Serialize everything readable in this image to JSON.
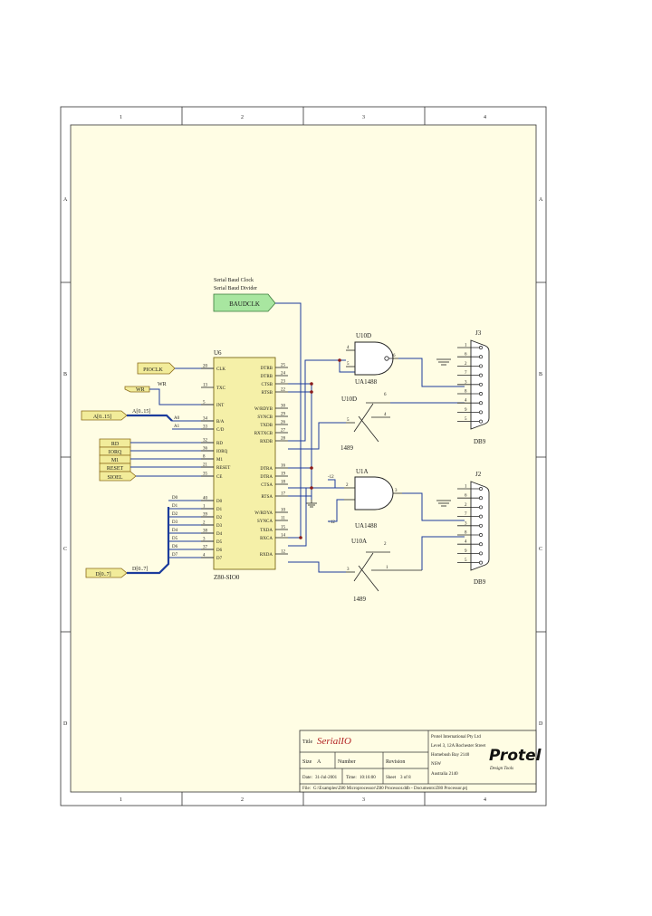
{
  "grid": {
    "columns": [
      "1",
      "2",
      "3",
      "4"
    ],
    "rows": [
      "A",
      "B",
      "C",
      "D"
    ]
  },
  "notes": {
    "baud_line1": "Serial Baud Clock",
    "baud_line2": "Serial Baud Divider"
  },
  "ports": {
    "baudclk": "BAUDCLK",
    "pioclk": "PIOCLK",
    "wr": "WR",
    "addr_in": "A[0..15]",
    "rd": "RD",
    "iorq": "IORQ",
    "m1": "M1",
    "reset": "RESET",
    "sioel": "SIOEL",
    "data_in": "D[0..7]"
  },
  "nets": {
    "wr_net": "WR",
    "addr_bus": "A[0..15]",
    "a0": "A0",
    "a1": "A1",
    "data_bus": "D[0..7]",
    "plus12": "+12",
    "minus12": "-12",
    "d_bits": [
      "D0",
      "D1",
      "D2",
      "D3",
      "D4",
      "D5",
      "D6",
      "D7"
    ]
  },
  "ic": {
    "designator": "U6",
    "part": "Z80-SIO0",
    "left_pins": [
      {
        "label": "CLK",
        "num": "20"
      },
      {
        "label": "TXC",
        "num": "13"
      },
      {
        "label": "INT",
        "num": "5"
      },
      {
        "label": "B/A",
        "num": "34"
      },
      {
        "label": "C/D",
        "num": "33"
      },
      {
        "label": "RD",
        "num": "32"
      },
      {
        "label": "IORQ",
        "num": "36"
      },
      {
        "label": "M1",
        "num": "8"
      },
      {
        "label": "RESET",
        "num": "21"
      },
      {
        "label": "CE",
        "num": "35"
      },
      {
        "label": "D0",
        "num": "40"
      },
      {
        "label": "D1",
        "num": "1"
      },
      {
        "label": "D2",
        "num": "39"
      },
      {
        "label": "D3",
        "num": "2"
      },
      {
        "label": "D4",
        "num": "38"
      },
      {
        "label": "D5",
        "num": "3"
      },
      {
        "label": "D6",
        "num": "37"
      },
      {
        "label": "D7",
        "num": "4"
      }
    ],
    "right_pins": [
      {
        "label": "DTRB",
        "num": "25"
      },
      {
        "label": "DTRB",
        "num": "24"
      },
      {
        "label": "CTSB",
        "num": "23"
      },
      {
        "label": "RTSB",
        "num": "22"
      },
      {
        "label": "W/RDYB",
        "num": "30"
      },
      {
        "label": "SYNCB",
        "num": "29"
      },
      {
        "label": "TXDB",
        "num": "26"
      },
      {
        "label": "RXTXCB",
        "num": "27"
      },
      {
        "label": "RXDB",
        "num": "28"
      },
      {
        "label": "DTRA",
        "num": "16"
      },
      {
        "label": "DTRA",
        "num": "19"
      },
      {
        "label": "CTSA",
        "num": "18"
      },
      {
        "label": "RTSA",
        "num": "17"
      },
      {
        "label": "W/RDYA",
        "num": "10"
      },
      {
        "label": "SYNCA",
        "num": "11"
      },
      {
        "label": "TXDA",
        "num": "15"
      },
      {
        "label": "RXCA",
        "num": "14"
      },
      {
        "label": "RXDA",
        "num": "12"
      }
    ]
  },
  "gates": [
    {
      "designator": "U10D",
      "part": "UA1488",
      "pin_in1": "4",
      "pin_in2": "5",
      "pin_out": "6"
    },
    {
      "designator": "U1A",
      "part": "UA1488",
      "pin_in1": "2",
      "pin_in2": "",
      "pin_out": "3"
    }
  ],
  "receivers": [
    {
      "designator": "U10D",
      "part": "1489",
      "pin_in": "5",
      "pin_out": "6",
      "pin_ctl": "4"
    },
    {
      "designator": "U10A",
      "part": "1489",
      "pin_in": "3",
      "pin_out": "2",
      "pin_ctl": "1"
    }
  ],
  "connectors": [
    {
      "designator": "J3",
      "part": "DB9",
      "pins": [
        "1",
        "6",
        "2",
        "7",
        "3",
        "8",
        "4",
        "9",
        "5"
      ]
    },
    {
      "designator": "J2",
      "part": "DB9",
      "pins": [
        "1",
        "6",
        "2",
        "7",
        "3",
        "8",
        "4",
        "9",
        "5"
      ]
    }
  ],
  "title_block": {
    "title_label": "Title",
    "title_value": "SerialIO",
    "size_label": "Size",
    "size_value": "A",
    "number_label": "Number",
    "revision_label": "Revision",
    "date_label": "Date:",
    "date_value": "31-Jul-2001",
    "time_label": "Time:",
    "time_value": "10:16:00",
    "sheet_label": "Sheet",
    "sheet_value": "3 of 8",
    "file_label": "File:",
    "file_value": "G:\\Examples\\Z80 Microprocessor\\Z80 Processor.ddb - Documents\\Z80 Processor.prj",
    "company_line1": "Protel International Pty Ltd",
    "company_line2": "Level 3, 12A Rochester Street",
    "company_line3": "Homebush Bay 2140",
    "company_line4": "NSW",
    "company_line5": "Australia 2140",
    "logo_text": "Protel",
    "logo_tagline": "Design Tools"
  }
}
